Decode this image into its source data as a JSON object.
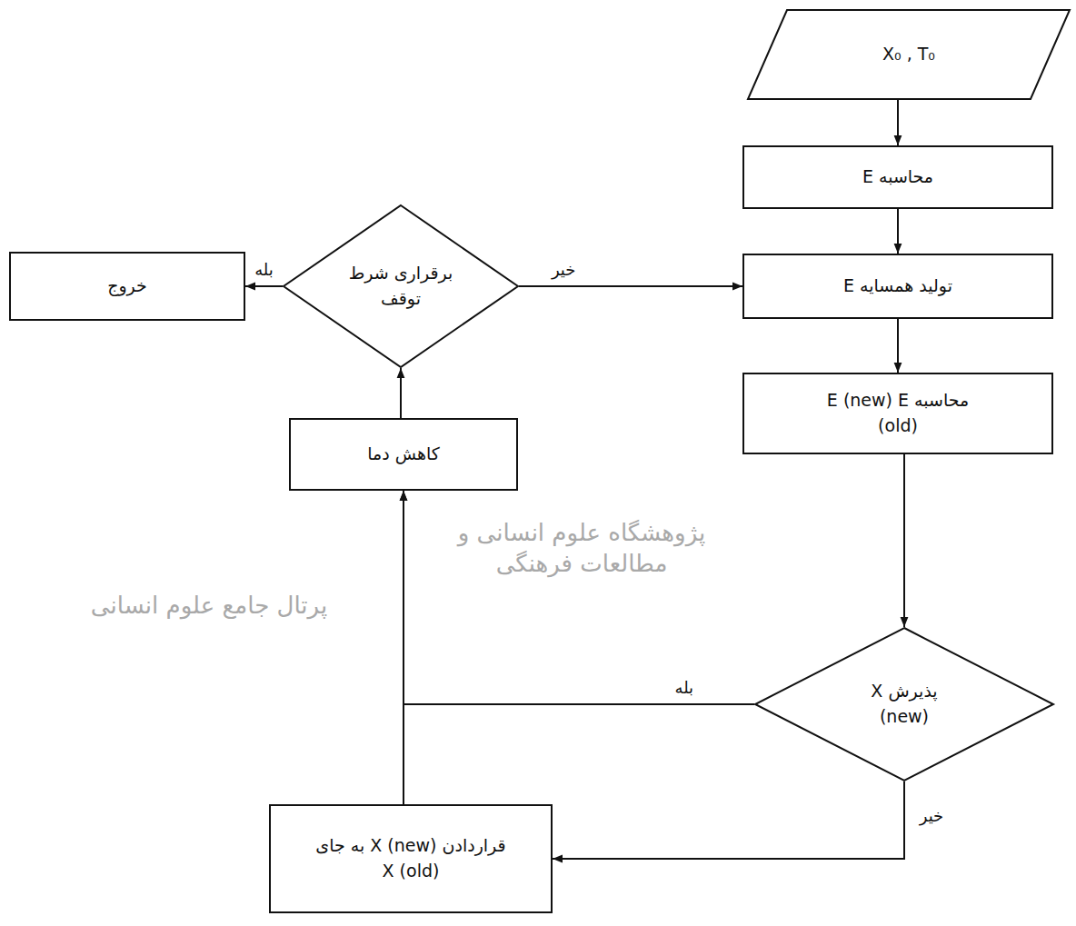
{
  "diagram": {
    "nodes": [
      {
        "text": [
          "X₀ , T₀"
        ]
      },
      {
        "text": [
          "محاسبه E"
        ]
      },
      {
        "text": [
          "تولید همسایه E"
        ]
      },
      {
        "text": [
          "محاسبه E (new) E (old)"
        ]
      },
      {
        "text": [
          "پذیرش X (new)"
        ]
      },
      {
        "text": [
          "قراردادن X (new) به جای X (old)"
        ]
      },
      {
        "text": [
          "کاهش دما"
        ]
      },
      {
        "text": [
          "برقراری شرط توقف"
        ]
      },
      {
        "text": [
          "خروج"
        ]
      }
    ],
    "edges": [
      {
        "from": 0,
        "to": 1,
        "arrow": "to"
      },
      {
        "from": 1,
        "to": 2,
        "arrow": "to"
      },
      {
        "from": 2,
        "to": 3,
        "arrow": "to"
      },
      {
        "from": 3,
        "to": 4,
        "arrow": "to"
      },
      {
        "from": 4,
        "to": 5,
        "label": "خیر",
        "arrow": "to"
      },
      {
        "from": 4,
        "to": 6,
        "label": "بله",
        "arrow": "to"
      },
      {
        "from": 5,
        "to": 6,
        "arrow": "to"
      },
      {
        "from": 6,
        "to": 7,
        "arrow": "to"
      },
      {
        "from": 7,
        "to": 8,
        "label": "بله",
        "arrow": "to"
      },
      {
        "from": 7,
        "to": 2,
        "label": "خیر",
        "arrow": "to"
      }
    ],
    "labels": [
      "پژوهشگاه علوم انسانی و مطالعات فرهنگی",
      "پرتال جامع علوم انسانی"
    ]
  }
}
